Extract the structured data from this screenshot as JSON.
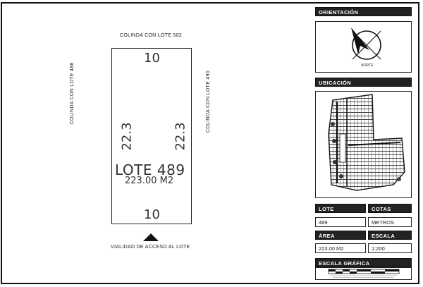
{
  "plan": {
    "top_neighbor": "COLINDA CON LOTE 502",
    "left_neighbor": "COLINDA CON LOTE 488",
    "right_neighbor": "COLINDA CON LOTE 490",
    "top_dim": "10",
    "bottom_dim": "10",
    "left_dim": "22.3",
    "right_dim": "22.3",
    "lot_title": "LOTE 489",
    "lot_area": "223.00 M2",
    "access_label": "VIALIDAD DE ACCESO AL LOTE"
  },
  "panel": {
    "orientation_header": "ORIENTACIÓN",
    "north_label": "NORTE",
    "location_header": "UBICACIÓN",
    "lote_header": "LOTE",
    "lote_value": "489",
    "cotas_header": "COTAS",
    "cotas_value": "METROS",
    "area_header": "ÁREA",
    "area_value": "223.00 M2",
    "escala_header": "ESCALA",
    "escala_value": "1:200",
    "graphic_scale_header": "ESCALA GRÁFICA"
  },
  "icons": {
    "north_arrow": "north-arrow-icon",
    "location_map": "site-map-icon",
    "scale_bar": "scale-bar-icon"
  }
}
